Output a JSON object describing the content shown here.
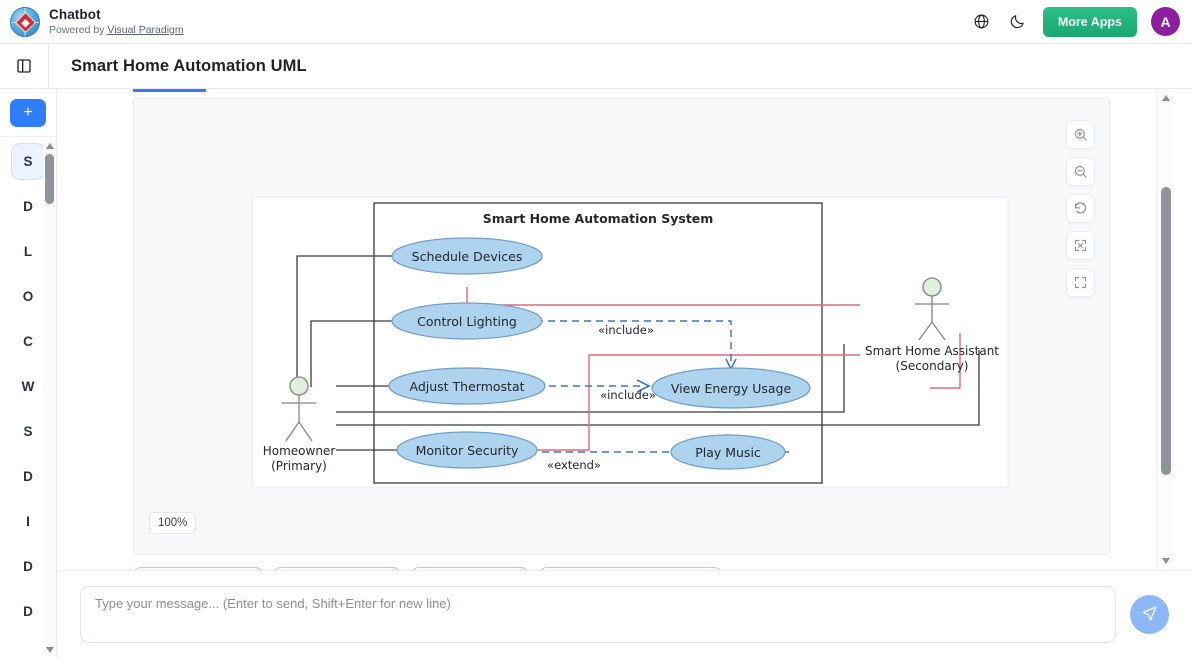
{
  "header": {
    "brand_title": "Chatbot",
    "powered_prefix": "Powered by ",
    "powered_link": "Visual Paradigm",
    "logo_icon": "visual-paradigm-globe-logo",
    "language_icon": "globe-icon",
    "theme_icon": "moon-icon",
    "more_apps_label": "More Apps",
    "avatar_initial": "A",
    "accent_green": "#1aa873",
    "avatar_color": "#8e1fa0"
  },
  "subheader": {
    "panel_toggle_icon": "panel-toggle-icon",
    "page_title": "Smart Home Automation UML"
  },
  "sidebar": {
    "new_chat_label": "+",
    "items": [
      {
        "label": "S",
        "active": true
      },
      {
        "label": "D",
        "active": false
      },
      {
        "label": "L",
        "active": false
      },
      {
        "label": "O",
        "active": false
      },
      {
        "label": "C",
        "active": false
      },
      {
        "label": "W",
        "active": false
      },
      {
        "label": "S",
        "active": false
      },
      {
        "label": "D",
        "active": false
      },
      {
        "label": "I",
        "active": false
      },
      {
        "label": "D",
        "active": false
      },
      {
        "label": "D",
        "active": false
      }
    ]
  },
  "canvas": {
    "zoom_level": "100%",
    "tools": [
      {
        "name": "zoom-in-icon",
        "title": "Zoom in"
      },
      {
        "name": "zoom-out-icon",
        "title": "Zoom out"
      },
      {
        "name": "reset-icon",
        "title": "Reset"
      },
      {
        "name": "fit-screen-icon",
        "title": "Fit to screen"
      },
      {
        "name": "fullscreen-icon",
        "title": "Fullscreen"
      }
    ]
  },
  "diagram": {
    "type": "uml-use-case",
    "system_boundary_label": "Smart Home Automation System",
    "actors": [
      {
        "id": "homeowner",
        "line1": "Homeowner",
        "line2": "(Primary)"
      },
      {
        "id": "assistant",
        "line1": "Smart Home Assistant",
        "line2": "(Secondary)"
      }
    ],
    "use_cases": [
      {
        "id": "schedule",
        "label": "Schedule Devices"
      },
      {
        "id": "lighting",
        "label": "Control Lighting"
      },
      {
        "id": "thermostat",
        "label": "Adjust Thermostat"
      },
      {
        "id": "security",
        "label": "Monitor Security"
      },
      {
        "id": "energy",
        "label": "View Energy Usage"
      },
      {
        "id": "music",
        "label": "Play Music"
      }
    ],
    "relationships": [
      {
        "from": "lighting",
        "to": "energy",
        "stereotype": "«include»",
        "kind": "include"
      },
      {
        "from": "thermostat",
        "to": "energy",
        "stereotype": "«include»",
        "kind": "include"
      },
      {
        "from": "music",
        "to": "security",
        "stereotype": "«extend»",
        "kind": "extend"
      }
    ],
    "stereotype_include": "«include»",
    "stereotype_extend": "«extend»",
    "colors": {
      "use_case_fill": "#aed3ee",
      "use_case_stroke": "#6f9fc6",
      "actor_head_fill": "#dff0df",
      "actor_stroke": "#7f8a7f",
      "association_stroke": "#3c3c3c",
      "include_stroke": "#3d78b8",
      "secondary_assoc_stroke": "#e0697f",
      "boundary_stroke": "#4a4a4a"
    }
  },
  "composer": {
    "placeholder": "Type your message... (Enter to send, Shift+Enter for new line)",
    "value": "",
    "send_icon": "send-paper-plane-icon"
  }
}
